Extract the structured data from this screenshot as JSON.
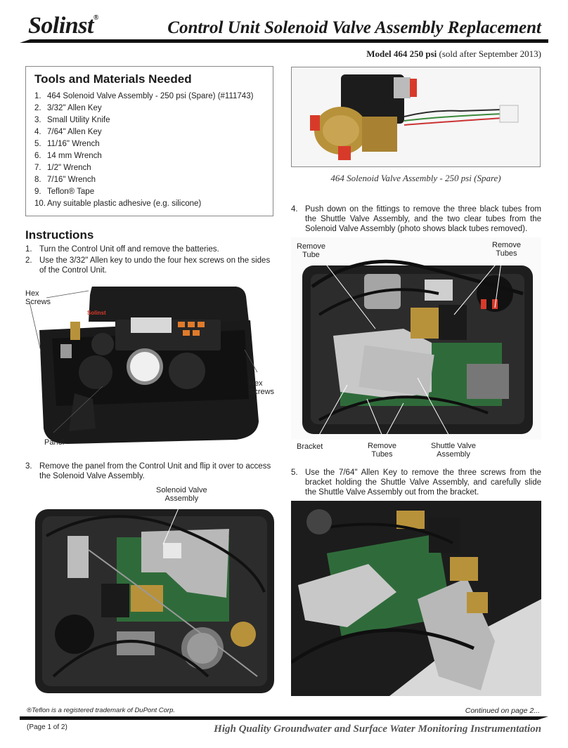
{
  "header": {
    "logo": "Solinst",
    "logo_mark": "®",
    "title": "Control Unit Solenoid Valve Assembly Replacement"
  },
  "model": {
    "bold": "Model 464 250 psi",
    "rest": " (sold after September 2013)"
  },
  "tools": {
    "title": "Tools and Materials Needed",
    "items": [
      {
        "num": "1.",
        "text": "464 Solenoid Valve Assembly - 250 psi (Spare) (#111743)"
      },
      {
        "num": "2.",
        "text": "3/32\" Allen Key"
      },
      {
        "num": "3.",
        "text": "Small Utility Knife"
      },
      {
        "num": "4.",
        "text": "7/64\" Allen Key"
      },
      {
        "num": "5.",
        "text": "11/16\" Wrench"
      },
      {
        "num": "6.",
        "text": "14 mm Wrench"
      },
      {
        "num": "7.",
        "text": "1/2\" Wrench"
      },
      {
        "num": "8.",
        "text": "7/16\" Wrench"
      },
      {
        "num": "9.",
        "text": "Teflon® Tape"
      },
      {
        "num": "10.",
        "text": "Any suitable plastic adhesive (e.g. silicone)"
      }
    ]
  },
  "instructions": {
    "title": "Instructions",
    "step1": {
      "num": "1.",
      "text": "Turn the Control Unit off and remove the batteries."
    },
    "step2": {
      "num": "2.",
      "text": "Use the 3/32\" Allen key to undo the four hex screws on the sides of the Control Unit."
    },
    "step3": {
      "num": "3.",
      "text": "Remove the panel from the Control Unit and flip it over to access the Solenoid Valve Assembly."
    },
    "step4": {
      "num": "4.",
      "text": "Push down on the fittings to remove the three black tubes from the Shuttle Valve Assembly, and the two clear tubes from the Solenoid Valve Assembly (photo shows black tubes removed)."
    },
    "step5": {
      "num": "5.",
      "text": "Use the 7/64\" Allen Key to remove the three screws from the bracket holding the Shuttle Valve Assembly, and carefully slide the Shuttle Valve Assembly out from the bracket."
    }
  },
  "photo1": {
    "caption": "464 Solenoid Valve Assembly - 250 psi (Spare)"
  },
  "photo2": {
    "label_hex_left": "Hex\nScrews",
    "label_hex_right": "Hex\nScrews",
    "label_panel": "Panel",
    "device_brand": "Solinst"
  },
  "photo3": {
    "label_solenoid": "Solenoid Valve\nAssembly"
  },
  "photo4": {
    "label_remove_tube": "Remove\nTube",
    "label_remove_tubes_top": "Remove\nTubes",
    "label_bracket": "Bracket",
    "label_remove_tubes_bottom": "Remove\nTubes",
    "label_shuttle": "Shuttle Valve\nAssembly"
  },
  "footer": {
    "trademark": "®Teflon is a registered trademark of DuPont Corp.",
    "continued": "Continued on page 2...",
    "page": "(Page 1 of 2)",
    "tagline": "High Quality Groundwater and Surface Water Monitoring Instrumentation"
  },
  "colors": {
    "accent_orange": "#e07b2a",
    "brass": "#b8923a",
    "fitting_red": "#d83a2a"
  }
}
